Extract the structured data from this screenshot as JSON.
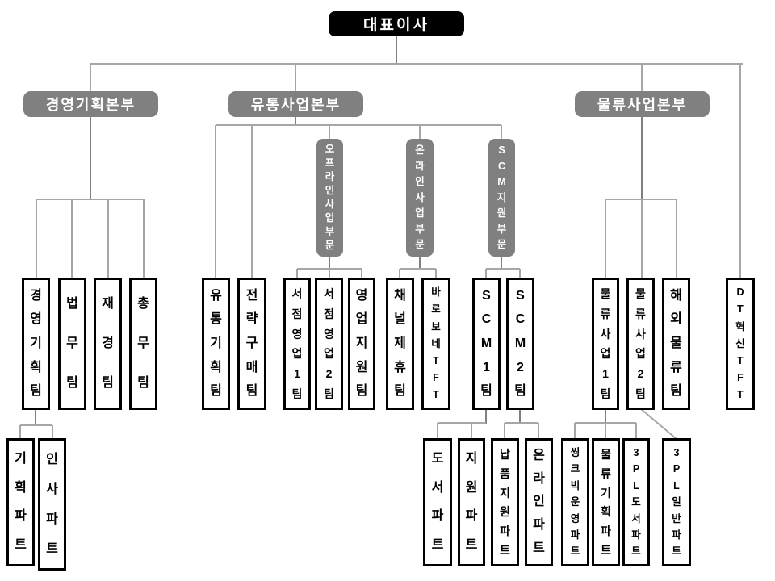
{
  "org": {
    "ceo": "대표이사",
    "divisions": [
      "경영기획본부",
      "유통사업본부",
      "물류사업본부"
    ],
    "units": [
      "오프라인사업부문",
      "온라인사업부문",
      "SCM지원부문"
    ],
    "teams": [
      "경영기획팀",
      "법무팀",
      "재경팀",
      "총무팀",
      "유통기획팀",
      "전략구매팀",
      "서점영업1팀",
      "서점영업2팀",
      "영업지원팀",
      "채널제휴팀",
      "바로보네TFT",
      "SCM1팀",
      "SCM2팀",
      "물류사업1팀",
      "물류사업2팀",
      "해외물류팀",
      "DT혁신TFT"
    ],
    "parts": [
      "기획파트",
      "인사파트",
      "도서파트",
      "지원파트",
      "납품지원파트",
      "온라인파트",
      "씽크빅운영파트",
      "물류기획파트",
      "3PL도서파트",
      "3PL일반파트"
    ]
  },
  "colors": {
    "ceo_bg": "#000000",
    "ceo_text": "#ffffff",
    "division_bg": "#808080",
    "division_text": "#ffffff",
    "team_border": "#000000",
    "line_dark": "#808080",
    "line_light": "#a6a6a6"
  }
}
